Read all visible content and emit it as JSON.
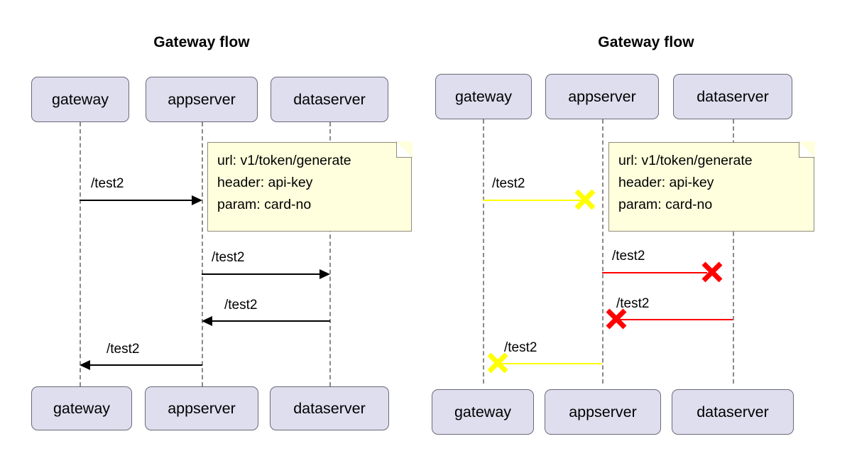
{
  "diagrams": [
    {
      "id": "left",
      "title": "Gateway flow",
      "participants": [
        {
          "label": "gateway"
        },
        {
          "label": "appserver"
        },
        {
          "label": "dataserver"
        }
      ],
      "note": {
        "lines": [
          "url: v1/token/generate",
          "header: api-key",
          "param: card-no"
        ]
      },
      "messages": [
        {
          "label": "/test2",
          "from": "gateway",
          "to": "appserver",
          "direction": "right",
          "style": "arrow",
          "color": "#000000"
        },
        {
          "label": "/test2",
          "from": "appserver",
          "to": "dataserver",
          "direction": "right",
          "style": "arrow",
          "color": "#000000"
        },
        {
          "label": "/test2",
          "from": "dataserver",
          "to": "appserver",
          "direction": "left",
          "style": "arrow",
          "color": "#000000"
        },
        {
          "label": "/test2",
          "from": "appserver",
          "to": "gateway",
          "direction": "left",
          "style": "arrow",
          "color": "#000000"
        }
      ]
    },
    {
      "id": "right",
      "title": "Gateway flow",
      "participants": [
        {
          "label": "gateway"
        },
        {
          "label": "appserver"
        },
        {
          "label": "dataserver"
        }
      ],
      "note": {
        "lines": [
          "url: v1/token/generate",
          "header: api-key",
          "param: card-no"
        ]
      },
      "messages": [
        {
          "label": "/test2",
          "from": "gateway",
          "to": "appserver",
          "direction": "right",
          "style": "blocked",
          "color": "#ffff00"
        },
        {
          "label": "/test2",
          "from": "appserver",
          "to": "dataserver",
          "direction": "right",
          "style": "blocked",
          "color": "#ff0000"
        },
        {
          "label": "/test2",
          "from": "dataserver",
          "to": "appserver",
          "direction": "left",
          "style": "blocked",
          "color": "#ff0000"
        },
        {
          "label": "/test2",
          "from": "appserver",
          "to": "gateway",
          "direction": "left",
          "style": "blocked",
          "color": "#ffff00"
        }
      ]
    }
  ],
  "colors": {
    "participant_fill": "#dedeef",
    "participant_border": "#6a6a78",
    "note_fill": "#ffffdd",
    "note_border": "#8c8c7a",
    "lifeline": "#8a8a8a",
    "message_ok": "#000000",
    "message_blocked_outer": "#ffff00",
    "message_blocked_inner": "#ff0000"
  }
}
